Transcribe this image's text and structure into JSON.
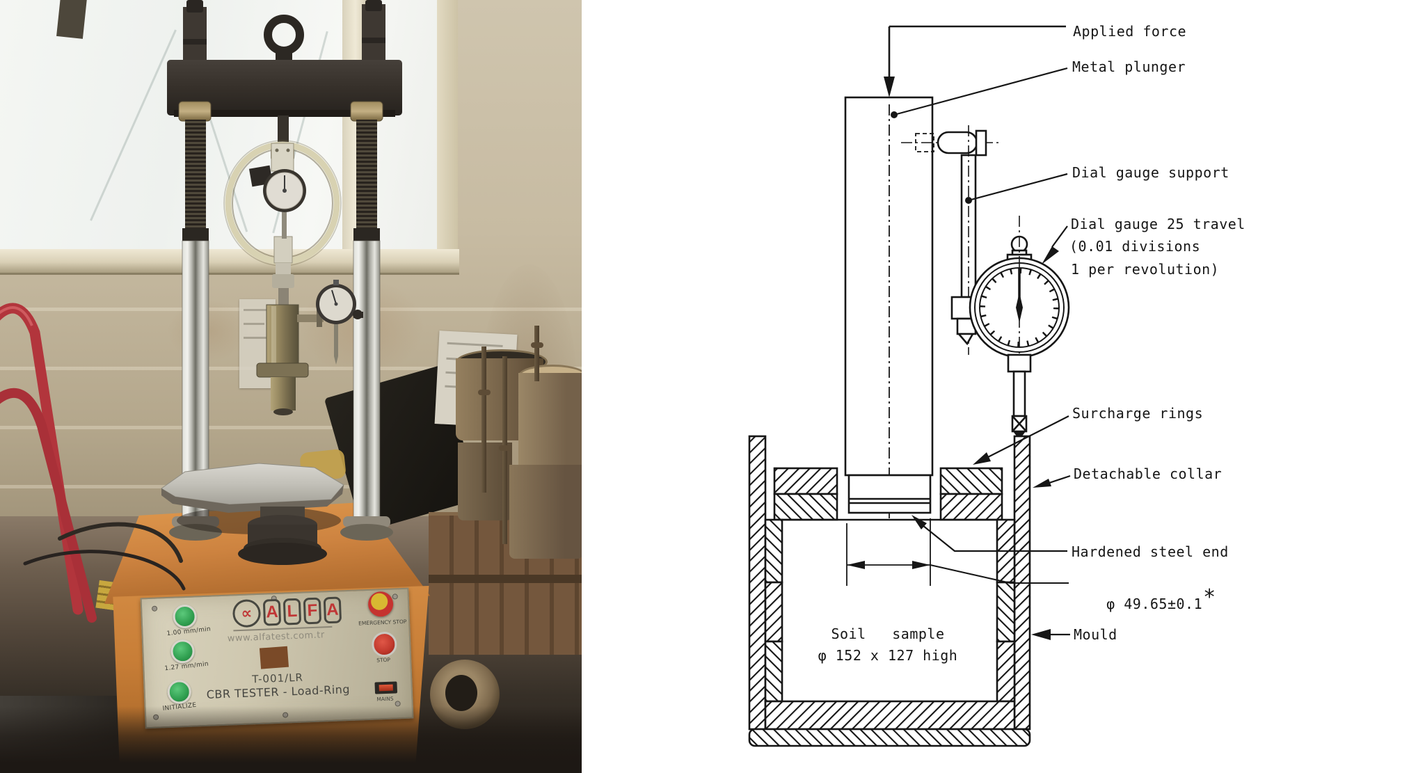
{
  "photo": {
    "panel": {
      "brand_symbol": "∝",
      "brand_letters": [
        "A",
        "L",
        "F",
        "A"
      ],
      "website": "www.alfatest.com.tr",
      "model": "T-001/LR",
      "title": "CBR TESTER - Load-Ring",
      "speed_buttons": [
        {
          "label": "1.00 mm/min"
        },
        {
          "label": "1.27 mm/min"
        },
        {
          "label": "INITIALIZE"
        }
      ],
      "emergency_label": "EMERGENCY STOP",
      "stop_label": "STOP",
      "mains_label": "MAINS"
    },
    "colors": {
      "base_orange": "#cd8340",
      "panel_cream": "#cfc8b0",
      "button_green": "#2f9e4f",
      "stop_red": "#c23a2e",
      "estop_yellow": "#d8b832",
      "trolley_red": "#b0343a"
    }
  },
  "diagram": {
    "labels": {
      "applied_force": "Applied force",
      "metal_plunger": "Metal plunger",
      "dial_gauge_support": "Dial gauge support",
      "dial_gauge_line1": "Dial gauge 25 travel",
      "dial_gauge_line2": "(0.01 divisions",
      "dial_gauge_line3": "1 per revolution)",
      "surcharge_rings": "Surcharge rings",
      "detachable_collar": "Detachable collar",
      "hardened_steel_end": "Hardened steel end",
      "mould": "Mould"
    },
    "dimension": {
      "value": "φ 49.65±0.1",
      "star": "*"
    },
    "soil_sample": {
      "line1": "Soil   sample",
      "line2": "φ 152 x 127 high"
    },
    "ink": "#161616"
  }
}
